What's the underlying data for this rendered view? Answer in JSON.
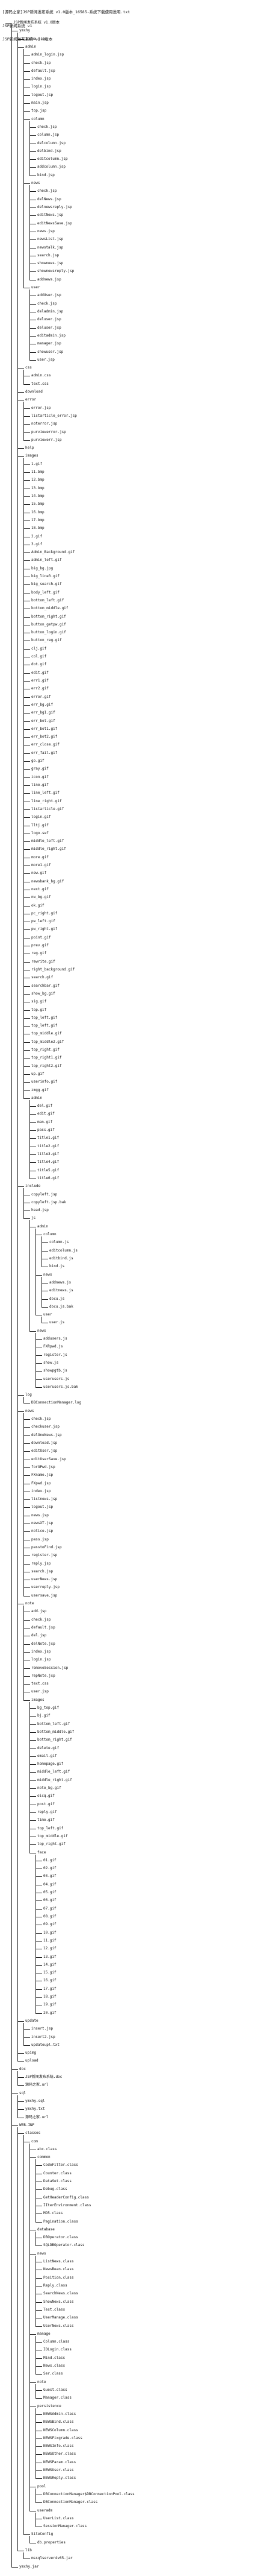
{
  "header": {
    "line1": "[源码之家]JSP新闻发布系统 v1.0版本_16585-系统下载使用说明.txt",
    "line2": "JSP新闻系统 v1",
    "line3": "JSP新闻发布系统 v1.0版本"
  },
  "tree": [
    {
      "d": 1,
      "t": "JSP新闻发布系统 v1.0版本"
    },
    {
      "d": 2,
      "t": "ymxhy"
    },
    {
      "d": 3,
      "t": "index.jsp"
    },
    {
      "d": 3,
      "t": "admin"
    },
    {
      "d": 4,
      "t": "admin_login.jsp"
    },
    {
      "d": 4,
      "t": "check.jsp"
    },
    {
      "d": 4,
      "t": "default.jsp"
    },
    {
      "d": 4,
      "t": "index.jsp"
    },
    {
      "d": 4,
      "t": "login.jsp"
    },
    {
      "d": 4,
      "t": "logout.jsp"
    },
    {
      "d": 4,
      "t": "main.jsp"
    },
    {
      "d": 4,
      "t": "top.jsp"
    },
    {
      "d": 4,
      "t": "column"
    },
    {
      "d": 5,
      "t": "check.jsp"
    },
    {
      "d": 5,
      "t": "column.jsp"
    },
    {
      "d": 5,
      "t": "delcolumn.jsp"
    },
    {
      "d": 5,
      "t": "delbind.jsp"
    },
    {
      "d": 5,
      "t": "editcolumn.jsp"
    },
    {
      "d": 5,
      "t": "addcolumn.jsp"
    },
    {
      "d": 5,
      "t": "bind.jsp"
    },
    {
      "d": 4,
      "t": "news"
    },
    {
      "d": 5,
      "t": "check.jsp"
    },
    {
      "d": 5,
      "t": "delNews.jsp"
    },
    {
      "d": 5,
      "t": "delnewsreply.jsp"
    },
    {
      "d": 5,
      "t": "editNews.jsp"
    },
    {
      "d": 5,
      "t": "editNewsSave.jsp"
    },
    {
      "d": 5,
      "t": "news.jsp"
    },
    {
      "d": 5,
      "t": "newsList.jsp"
    },
    {
      "d": 5,
      "t": "newstalk.jsp"
    },
    {
      "d": 5,
      "t": "search.jsp"
    },
    {
      "d": 5,
      "t": "shownews.jsp"
    },
    {
      "d": 5,
      "t": "shownewsreply.jsp"
    },
    {
      "d": 5,
      "t": "addnews.jsp"
    },
    {
      "d": 4,
      "t": "user"
    },
    {
      "d": 5,
      "t": "addUser.jsp"
    },
    {
      "d": 5,
      "t": "check.jsp"
    },
    {
      "d": 5,
      "t": "deladmin.jsp"
    },
    {
      "d": 5,
      "t": "deluser.jsp"
    },
    {
      "d": 5,
      "t": "deluser.jsp"
    },
    {
      "d": 5,
      "t": "editadmin.jsp"
    },
    {
      "d": 5,
      "t": "manager.jsp"
    },
    {
      "d": 5,
      "t": "showuser.jsp"
    },
    {
      "d": 5,
      "t": "user.jsp"
    },
    {
      "d": 3,
      "t": "css"
    },
    {
      "d": 4,
      "t": "admin.css"
    },
    {
      "d": 4,
      "t": "text.css"
    },
    {
      "d": 3,
      "t": "download"
    },
    {
      "d": 3,
      "t": "error"
    },
    {
      "d": 4,
      "t": "error.jsp"
    },
    {
      "d": 4,
      "t": "listarticle_error.jsp"
    },
    {
      "d": 4,
      "t": "noterror.jsp"
    },
    {
      "d": 4,
      "t": "purviewerror.jsp"
    },
    {
      "d": 4,
      "t": "purviewerr.jsp"
    },
    {
      "d": 3,
      "t": "help"
    },
    {
      "d": 3,
      "t": "images"
    },
    {
      "d": 4,
      "t": "1.gif"
    },
    {
      "d": 4,
      "t": "11.bmp"
    },
    {
      "d": 4,
      "t": "12.bmp"
    },
    {
      "d": 4,
      "t": "13.bmp"
    },
    {
      "d": 4,
      "t": "14.bmp"
    },
    {
      "d": 4,
      "t": "15.bmp"
    },
    {
      "d": 4,
      "t": "16.bmp"
    },
    {
      "d": 4,
      "t": "17.bmp"
    },
    {
      "d": 4,
      "t": "18.bmp"
    },
    {
      "d": 4,
      "t": "2.gif"
    },
    {
      "d": 4,
      "t": "3.gif"
    },
    {
      "d": 4,
      "t": "Admin_Background.gif"
    },
    {
      "d": 4,
      "t": "admin_left.gif"
    },
    {
      "d": 4,
      "t": "big_bg.jpg"
    },
    {
      "d": 4,
      "t": "big_line3.gif"
    },
    {
      "d": 4,
      "t": "big_search.gif"
    },
    {
      "d": 4,
      "t": "body_left.gif"
    },
    {
      "d": 4,
      "t": "bottom_left.gif"
    },
    {
      "d": 4,
      "t": "bottom_middle.gif"
    },
    {
      "d": 4,
      "t": "bottom_right.gif"
    },
    {
      "d": 4,
      "t": "button_getpw.gif"
    },
    {
      "d": 4,
      "t": "button_login.gif"
    },
    {
      "d": 4,
      "t": "button_reg.gif"
    },
    {
      "d": 4,
      "t": "clj.gif"
    },
    {
      "d": 4,
      "t": "col.gif"
    },
    {
      "d": 4,
      "t": "dot.gif"
    },
    {
      "d": 4,
      "t": "edit.gif"
    },
    {
      "d": 4,
      "t": "err1.gif"
    },
    {
      "d": 4,
      "t": "err2.gif"
    },
    {
      "d": 4,
      "t": "error.gif"
    },
    {
      "d": 4,
      "t": "err_bg.gif"
    },
    {
      "d": 4,
      "t": "err_bg1.gif"
    },
    {
      "d": 4,
      "t": "err_bot.gif"
    },
    {
      "d": 4,
      "t": "err_bot1.gif"
    },
    {
      "d": 4,
      "t": "err_bot2.gif"
    },
    {
      "d": 4,
      "t": "err_close.gif"
    },
    {
      "d": 4,
      "t": "err_fail.gif"
    },
    {
      "d": 4,
      "t": "go.gif"
    },
    {
      "d": 4,
      "t": "gray.gif"
    },
    {
      "d": 4,
      "t": "icon.gif"
    },
    {
      "d": 4,
      "t": "line.gif"
    },
    {
      "d": 4,
      "t": "line_left.gif"
    },
    {
      "d": 4,
      "t": "line_right.gif"
    },
    {
      "d": 4,
      "t": "listarticle.gif"
    },
    {
      "d": 4,
      "t": "login.gif"
    },
    {
      "d": 4,
      "t": "lltj.gif"
    },
    {
      "d": 4,
      "t": "logo.swf"
    },
    {
      "d": 4,
      "t": "middle_left.gif"
    },
    {
      "d": 4,
      "t": "middle_right.gif"
    },
    {
      "d": 4,
      "t": "more.gif"
    },
    {
      "d": 4,
      "t": "more1.gif"
    },
    {
      "d": 4,
      "t": "new.gif"
    },
    {
      "d": 4,
      "t": "newsbank_bg.gif"
    },
    {
      "d": 4,
      "t": "next.gif"
    },
    {
      "d": 4,
      "t": "nw_bg.gif"
    },
    {
      "d": 4,
      "t": "ok.gif"
    },
    {
      "d": 4,
      "t": "pc_right.gif"
    },
    {
      "d": 4,
      "t": "pw_left.gif"
    },
    {
      "d": 4,
      "t": "pw_right.gif"
    },
    {
      "d": 4,
      "t": "point.gif"
    },
    {
      "d": 4,
      "t": "prev.gif"
    },
    {
      "d": 4,
      "t": "reg.gif"
    },
    {
      "d": 4,
      "t": "rewrite.gif"
    },
    {
      "d": 4,
      "t": "right_background.gif"
    },
    {
      "d": 4,
      "t": "search.gif"
    },
    {
      "d": 4,
      "t": "searchbar.gif"
    },
    {
      "d": 4,
      "t": "show_bg.gif"
    },
    {
      "d": 4,
      "t": "sig.gif"
    },
    {
      "d": 4,
      "t": "top.gif"
    },
    {
      "d": 4,
      "t": "top_left.gif"
    },
    {
      "d": 4,
      "t": "top_left.gif"
    },
    {
      "d": 4,
      "t": "top_middle.gif"
    },
    {
      "d": 4,
      "t": "top_middle2.gif"
    },
    {
      "d": 4,
      "t": "top_right.gif"
    },
    {
      "d": 4,
      "t": "top_right1.gif"
    },
    {
      "d": 4,
      "t": "top_right2.gif"
    },
    {
      "d": 4,
      "t": "up.gif"
    },
    {
      "d": 4,
      "t": "userinfo.gif"
    },
    {
      "d": 4,
      "t": "zmgg.gif"
    },
    {
      "d": 4,
      "t": "admin"
    },
    {
      "d": 5,
      "t": "del.gif"
    },
    {
      "d": 5,
      "t": "edit.gif"
    },
    {
      "d": 5,
      "t": "man.gif"
    },
    {
      "d": 5,
      "t": "pass.gif"
    },
    {
      "d": 5,
      "t": "title1.gif"
    },
    {
      "d": 5,
      "t": "title2.gif"
    },
    {
      "d": 5,
      "t": "title3.gif"
    },
    {
      "d": 5,
      "t": "title4.gif"
    },
    {
      "d": 5,
      "t": "title5.gif"
    },
    {
      "d": 5,
      "t": "title6.gif"
    },
    {
      "d": 3,
      "t": "include"
    },
    {
      "d": 4,
      "t": "copyleft.jsp"
    },
    {
      "d": 4,
      "t": "copyleft.jsp.bak"
    },
    {
      "d": 4,
      "t": "head.jsp"
    },
    {
      "d": 4,
      "t": "js"
    },
    {
      "d": 5,
      "t": "admin"
    },
    {
      "d": 6,
      "t": "column"
    },
    {
      "d": 7,
      "t": "column.js"
    },
    {
      "d": 7,
      "t": "editcolumn.js"
    },
    {
      "d": 7,
      "t": "editbind.js"
    },
    {
      "d": 7,
      "t": "bind.js"
    },
    {
      "d": 6,
      "t": "news"
    },
    {
      "d": 7,
      "t": "addnews.js"
    },
    {
      "d": 7,
      "t": "editnews.js"
    },
    {
      "d": 7,
      "t": "docu.js"
    },
    {
      "d": 7,
      "t": "docu.js.bak"
    },
    {
      "d": 6,
      "t": "user"
    },
    {
      "d": 7,
      "t": "user.js"
    },
    {
      "d": 5,
      "t": "news"
    },
    {
      "d": 6,
      "t": "addusers.js"
    },
    {
      "d": 6,
      "t": "FXRpwd.js"
    },
    {
      "d": 6,
      "t": "register.js"
    },
    {
      "d": 6,
      "t": "show.js"
    },
    {
      "d": 6,
      "t": "showpgtb.js"
    },
    {
      "d": 6,
      "t": "userusers.js"
    },
    {
      "d": 6,
      "t": "userusers.js.bak"
    },
    {
      "d": 3,
      "t": "log"
    },
    {
      "d": 4,
      "t": "DBConnectionManager.log"
    },
    {
      "d": 3,
      "t": "news"
    },
    {
      "d": 4,
      "t": "check.jsp"
    },
    {
      "d": 4,
      "t": "checkuser.jsp"
    },
    {
      "d": 4,
      "t": "delOneNews.jsp"
    },
    {
      "d": 4,
      "t": "download.jsp"
    },
    {
      "d": 4,
      "t": "editUser.jsp"
    },
    {
      "d": 4,
      "t": "editUserSave.jsp"
    },
    {
      "d": 4,
      "t": "forGPwd.jsp"
    },
    {
      "d": 4,
      "t": "FXname.jsp"
    },
    {
      "d": 4,
      "t": "FXpwd.jsp"
    },
    {
      "d": 4,
      "t": "index.jsp"
    },
    {
      "d": 4,
      "t": "listnews.jsp"
    },
    {
      "d": 4,
      "t": "logout.jsp"
    },
    {
      "d": 4,
      "t": "news.jsp"
    },
    {
      "d": 4,
      "t": "newsXT.jsp"
    },
    {
      "d": 4,
      "t": "notice.jsp"
    },
    {
      "d": 4,
      "t": "pass.jsp"
    },
    {
      "d": 4,
      "t": "passtoFind.jsp"
    },
    {
      "d": 4,
      "t": "register.jsp"
    },
    {
      "d": 4,
      "t": "reply.jsp"
    },
    {
      "d": 4,
      "t": "search.jsp"
    },
    {
      "d": 4,
      "t": "userNews.jsp"
    },
    {
      "d": 4,
      "t": "userreply.jsp"
    },
    {
      "d": 4,
      "t": "usersave.jsp"
    },
    {
      "d": 3,
      "t": "note"
    },
    {
      "d": 4,
      "t": "add.jsp"
    },
    {
      "d": 4,
      "t": "check.jsp"
    },
    {
      "d": 4,
      "t": "default.jsp"
    },
    {
      "d": 4,
      "t": "del.jsp"
    },
    {
      "d": 4,
      "t": "delNote.jsp"
    },
    {
      "d": 4,
      "t": "index.jsp"
    },
    {
      "d": 4,
      "t": "login.jsp"
    },
    {
      "d": 4,
      "t": "removeSession.jsp"
    },
    {
      "d": 4,
      "t": "repNote.jsp"
    },
    {
      "d": 4,
      "t": "text.css"
    },
    {
      "d": 4,
      "t": "user.jsp"
    },
    {
      "d": 4,
      "t": "images"
    },
    {
      "d": 5,
      "t": "bg_top.gif"
    },
    {
      "d": 5,
      "t": "bj.gif"
    },
    {
      "d": 5,
      "t": "bottom_left.gif"
    },
    {
      "d": 5,
      "t": "bottom_middle.gif"
    },
    {
      "d": 5,
      "t": "bottom_right.gif"
    },
    {
      "d": 5,
      "t": "delete.gif"
    },
    {
      "d": 5,
      "t": "email.gif"
    },
    {
      "d": 5,
      "t": "homepage.gif"
    },
    {
      "d": 5,
      "t": "middle_left.gif"
    },
    {
      "d": 5,
      "t": "middle_right.gif"
    },
    {
      "d": 5,
      "t": "note_bg.gif"
    },
    {
      "d": 5,
      "t": "oicq.gif"
    },
    {
      "d": 5,
      "t": "post.gif"
    },
    {
      "d": 5,
      "t": "reply.gif"
    },
    {
      "d": 5,
      "t": "time.gif"
    },
    {
      "d": 5,
      "t": "top_left.gif"
    },
    {
      "d": 5,
      "t": "top_middle.gif"
    },
    {
      "d": 5,
      "t": "top_right.gif"
    },
    {
      "d": 5,
      "t": "face"
    },
    {
      "d": 6,
      "t": "01.gif"
    },
    {
      "d": 6,
      "t": "02.gif"
    },
    {
      "d": 6,
      "t": "03.gif"
    },
    {
      "d": 6,
      "t": "04.gif"
    },
    {
      "d": 6,
      "t": "05.gif"
    },
    {
      "d": 6,
      "t": "06.gif"
    },
    {
      "d": 6,
      "t": "07.gif"
    },
    {
      "d": 6,
      "t": "08.gif"
    },
    {
      "d": 6,
      "t": "09.gif"
    },
    {
      "d": 6,
      "t": "10.gif"
    },
    {
      "d": 6,
      "t": "11.gif"
    },
    {
      "d": 6,
      "t": "12.gif"
    },
    {
      "d": 6,
      "t": "13.gif"
    },
    {
      "d": 6,
      "t": "14.gif"
    },
    {
      "d": 6,
      "t": "15.gif"
    },
    {
      "d": 6,
      "t": "16.gif"
    },
    {
      "d": 6,
      "t": "17.gif"
    },
    {
      "d": 6,
      "t": "18.gif"
    },
    {
      "d": 6,
      "t": "19.gif"
    },
    {
      "d": 6,
      "t": "20.gif"
    },
    {
      "d": 3,
      "t": "update"
    },
    {
      "d": 4,
      "t": "insert.jsp"
    },
    {
      "d": 4,
      "t": "insert2.jsp"
    },
    {
      "d": 4,
      "t": "updateupl.txt"
    },
    {
      "d": 3,
      "t": "upimg"
    },
    {
      "d": 3,
      "t": "upload"
    },
    {
      "d": 2,
      "t": "doc"
    },
    {
      "d": 3,
      "t": "JSP新闻发布系统.doc"
    },
    {
      "d": 3,
      "t": "源码之家.url"
    },
    {
      "d": 2,
      "t": "sql"
    },
    {
      "d": 3,
      "t": "ymxhy.sql"
    },
    {
      "d": 3,
      "t": "ymxhy.txt"
    },
    {
      "d": 3,
      "t": "源码之家.url"
    },
    {
      "d": 2,
      "t": "WEB-INF"
    },
    {
      "d": 3,
      "t": "classes"
    },
    {
      "d": 4,
      "t": "com"
    },
    {
      "d": 5,
      "t": "abc.class"
    },
    {
      "d": 5,
      "t": "common"
    },
    {
      "d": 6,
      "t": "CodeFilter.class"
    },
    {
      "d": 6,
      "t": "Counter.class"
    },
    {
      "d": 6,
      "t": "DataSet.class"
    },
    {
      "d": 6,
      "t": "Debug.class"
    },
    {
      "d": 6,
      "t": "GetHeaderConfig.class"
    },
    {
      "d": 6,
      "t": "IIterEnvironment.class"
    },
    {
      "d": 6,
      "t": "MD5.class"
    },
    {
      "d": 6,
      "t": "Pagination.class"
    },
    {
      "d": 5,
      "t": "database"
    },
    {
      "d": 6,
      "t": "DBOperator.class"
    },
    {
      "d": 6,
      "t": "SQLDBOperator.class"
    },
    {
      "d": 5,
      "t": "news"
    },
    {
      "d": 6,
      "t": "ListNews.class"
    },
    {
      "d": 6,
      "t": "NewsBean.class"
    },
    {
      "d": 6,
      "t": "Position.class"
    },
    {
      "d": 6,
      "t": "Reply.class"
    },
    {
      "d": 6,
      "t": "SearchNews.class"
    },
    {
      "d": 6,
      "t": "ShowNews.class"
    },
    {
      "d": 6,
      "t": "Test.class"
    },
    {
      "d": 6,
      "t": "UserManage.class"
    },
    {
      "d": 6,
      "t": "UserNews.class"
    },
    {
      "d": 5,
      "t": "manage"
    },
    {
      "d": 6,
      "t": "Column.class"
    },
    {
      "d": 6,
      "t": "IDLogin.class"
    },
    {
      "d": 6,
      "t": "Mind.class"
    },
    {
      "d": 6,
      "t": "News.class"
    },
    {
      "d": 6,
      "t": "Ser.class"
    },
    {
      "d": 5,
      "t": "note"
    },
    {
      "d": 6,
      "t": "Guest.class"
    },
    {
      "d": 6,
      "t": "Manager.class"
    },
    {
      "d": 5,
      "t": "persistence"
    },
    {
      "d": 6,
      "t": "NEWSAdmin.class"
    },
    {
      "d": 6,
      "t": "NEWSBind.class"
    },
    {
      "d": 6,
      "t": "NEWSColumn.class"
    },
    {
      "d": 6,
      "t": "NEWSFixgrade.class"
    },
    {
      "d": 6,
      "t": "NEWSInfo.class"
    },
    {
      "d": 6,
      "t": "NEWSOther.class"
    },
    {
      "d": 6,
      "t": "NEWSParam.class"
    },
    {
      "d": 6,
      "t": "NEWSUser.class"
    },
    {
      "d": 6,
      "t": "NEWSReply.class"
    },
    {
      "d": 5,
      "t": "pool"
    },
    {
      "d": 6,
      "t": "DBConnectionManager$DBConnectionPool.class"
    },
    {
      "d": 6,
      "t": "DBConnectionManager.class"
    },
    {
      "d": 5,
      "t": "useradm"
    },
    {
      "d": 6,
      "t": "UserList.class"
    },
    {
      "d": 6,
      "t": "SessionManager.class"
    },
    {
      "d": 4,
      "t": "SiteConfig"
    },
    {
      "d": 5,
      "t": "db.properties"
    },
    {
      "d": 3,
      "t": "lib"
    },
    {
      "d": 4,
      "t": "mssqlserver4v65.jar"
    },
    {
      "d": 2,
      "t": "ymxhy.jar"
    }
  ]
}
